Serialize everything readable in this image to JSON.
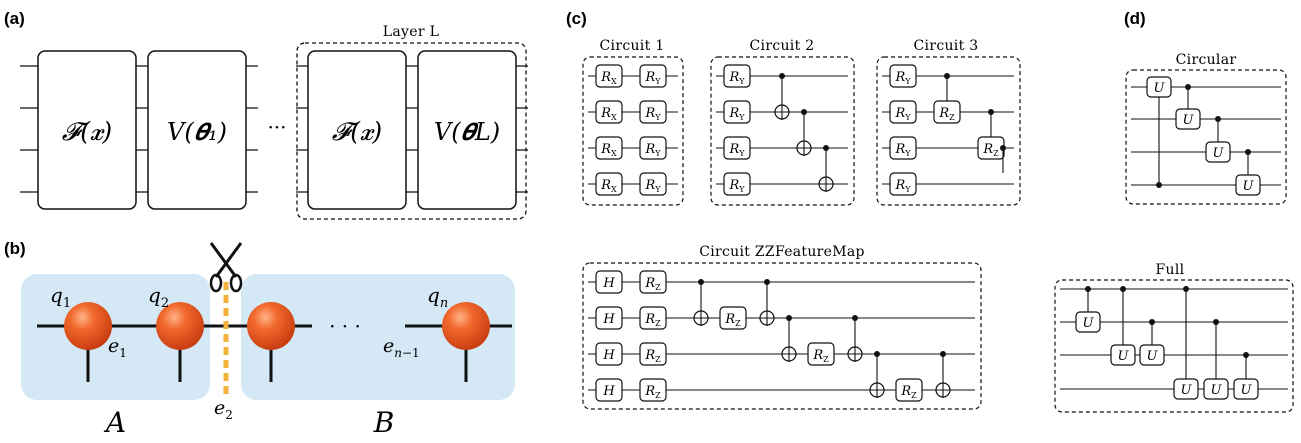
{
  "panels": {
    "a": {
      "label": "(a)",
      "layer_title": "Layer L",
      "gates": [
        "𝓕(𝒙)",
        "V(𝜽₁)",
        "𝓕(𝒙)",
        "V(𝜽L)"
      ],
      "ellipsis": "···"
    },
    "b": {
      "label": "(b)",
      "qubits": [
        "q1",
        "q2",
        "qn"
      ],
      "edges": [
        "e1",
        "e2",
        "en−1"
      ],
      "regions": [
        "A",
        "B"
      ],
      "ellipsis": "· · ·",
      "colors": {
        "region": "#d4e8f5",
        "node": "#ec5a23",
        "cut": "#f2b23a"
      }
    },
    "c": {
      "label": "(c)",
      "circuit1_title": "Circuit 1",
      "circuit2_title": "Circuit 2",
      "circuit3_title": "Circuit 3",
      "zz_title": "Circuit ZZFeatureMap",
      "gate_rx": "RX",
      "gate_ry": "RY",
      "gate_rz": "RZ",
      "gate_h": "H"
    },
    "d": {
      "label": "(d)",
      "circular_title": "Circular",
      "full_title": "Full",
      "gate_u": "U"
    }
  }
}
